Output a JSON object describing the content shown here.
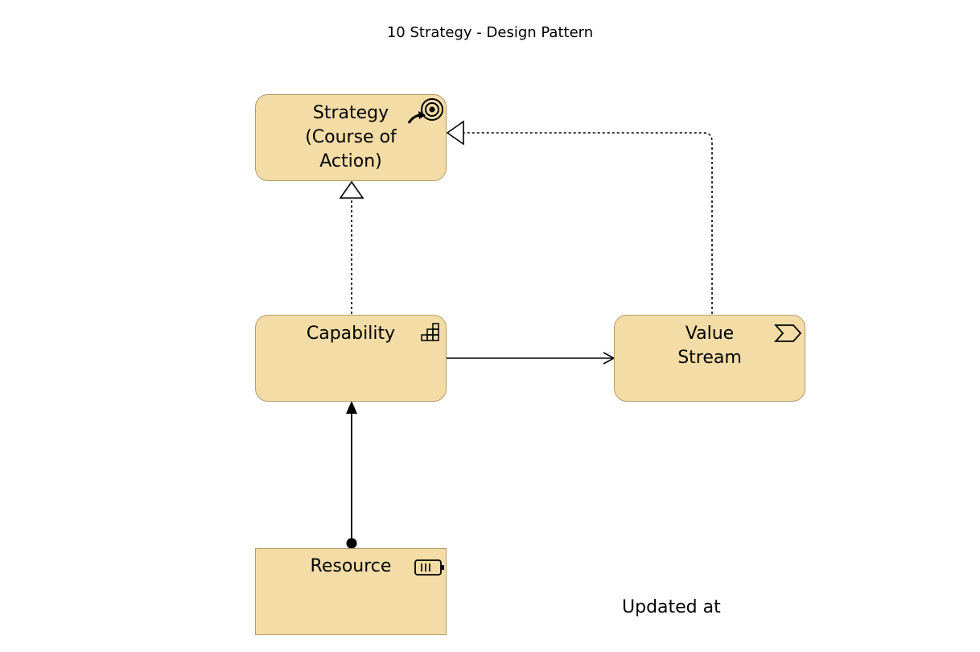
{
  "diagram": {
    "title": "10 Strategy - Design Pattern",
    "footer_text": "Updated at"
  },
  "nodes": {
    "strategy": {
      "label": "Strategy\n(Course of\nAction)",
      "icon": "course-of-action-icon"
    },
    "capability": {
      "label": "Capability",
      "icon": "capability-icon"
    },
    "value_stream": {
      "label": "Value\nStream",
      "icon": "value-stream-icon"
    },
    "resource": {
      "label": "Resource",
      "icon": "resource-icon"
    }
  },
  "relations": [
    {
      "from": "capability",
      "to": "strategy",
      "type": "realization"
    },
    {
      "from": "value_stream",
      "to": "strategy",
      "type": "realization"
    },
    {
      "from": "capability",
      "to": "value_stream",
      "type": "serving"
    },
    {
      "from": "resource",
      "to": "capability",
      "type": "assignment"
    }
  ],
  "colors": {
    "element_fill": "#f3dca6",
    "element_border": "#b39c6b"
  }
}
